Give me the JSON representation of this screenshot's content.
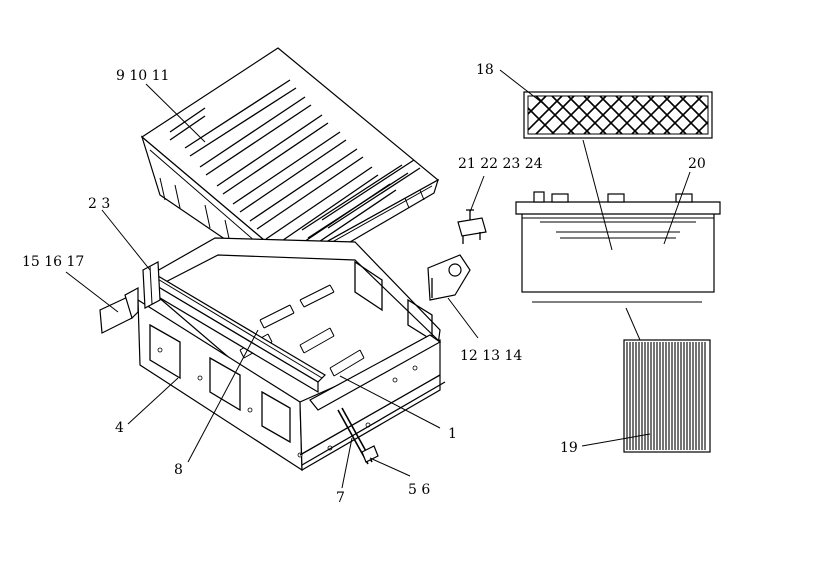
{
  "callouts": [
    {
      "id": "c-9-10-11",
      "text": "9  10  11"
    },
    {
      "id": "c-2-3",
      "text": "2  3"
    },
    {
      "id": "c-15-16-17",
      "text": "15  16  17"
    },
    {
      "id": "c-4",
      "text": "4"
    },
    {
      "id": "c-8",
      "text": "8"
    },
    {
      "id": "c-7",
      "text": "7"
    },
    {
      "id": "c-5-6",
      "text": "5  6"
    },
    {
      "id": "c-1",
      "text": "1"
    },
    {
      "id": "c-12-13-14",
      "text": "12  13  14"
    },
    {
      "id": "c-21-22-23-24",
      "text": "21  22  23  24"
    },
    {
      "id": "c-18",
      "text": "18"
    },
    {
      "id": "c-20",
      "text": "20"
    },
    {
      "id": "c-19",
      "text": "19"
    }
  ]
}
